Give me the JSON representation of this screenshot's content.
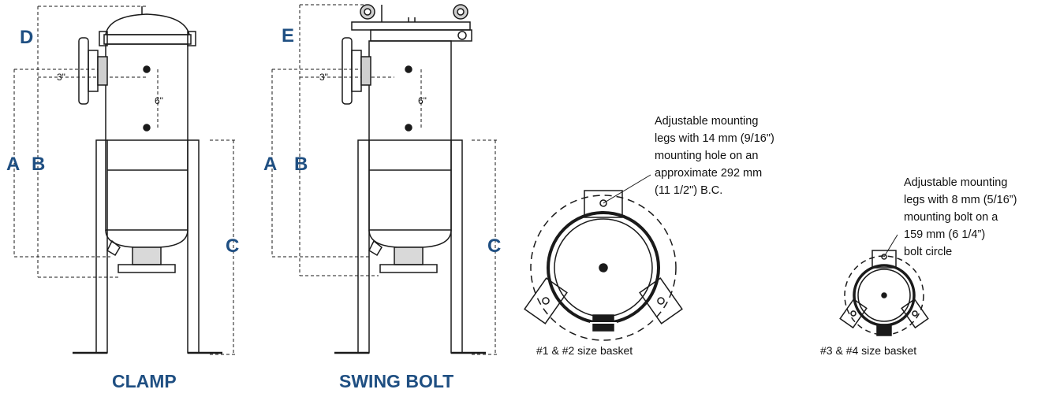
{
  "colors": {
    "label": "#1f4f82",
    "line": "#1a1a1a"
  },
  "views": [
    {
      "caption": "CLAMP",
      "top_dim": "D",
      "dims": [
        "A",
        "B",
        "C"
      ],
      "inlet": "3\"",
      "spacing": "6\""
    },
    {
      "caption": "SWING BOLT",
      "top_dim": "E",
      "dims": [
        "A",
        "B",
        "C"
      ],
      "inlet": "3\"",
      "spacing": "6\""
    }
  ],
  "baskets": [
    {
      "label": "#1 & #2 size basket",
      "note": [
        "Adjustable mounting",
        "legs with 14 mm (9/16\")",
        "mounting hole on an",
        "approximate 292 mm",
        "(11 1/2\") B.C."
      ]
    },
    {
      "label": "#3 & #4 size basket",
      "note": [
        "Adjustable mounting",
        "legs with 8 mm (5/16”)",
        "mounting bolt on a",
        "159 mm (6 1/4”)",
        "bolt circle"
      ]
    }
  ]
}
